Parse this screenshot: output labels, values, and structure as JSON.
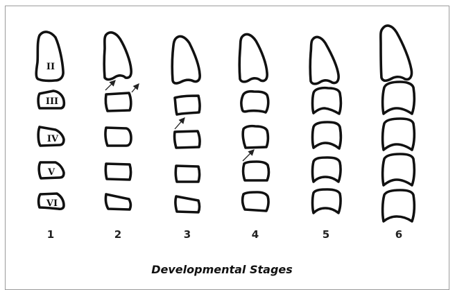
{
  "figure": {
    "caption": "Developmental Stages",
    "stages": [
      "1",
      "2",
      "3",
      "4",
      "5",
      "6"
    ],
    "vertebra_labels": [
      "II",
      "III",
      "IV",
      "V",
      "VI"
    ]
  }
}
